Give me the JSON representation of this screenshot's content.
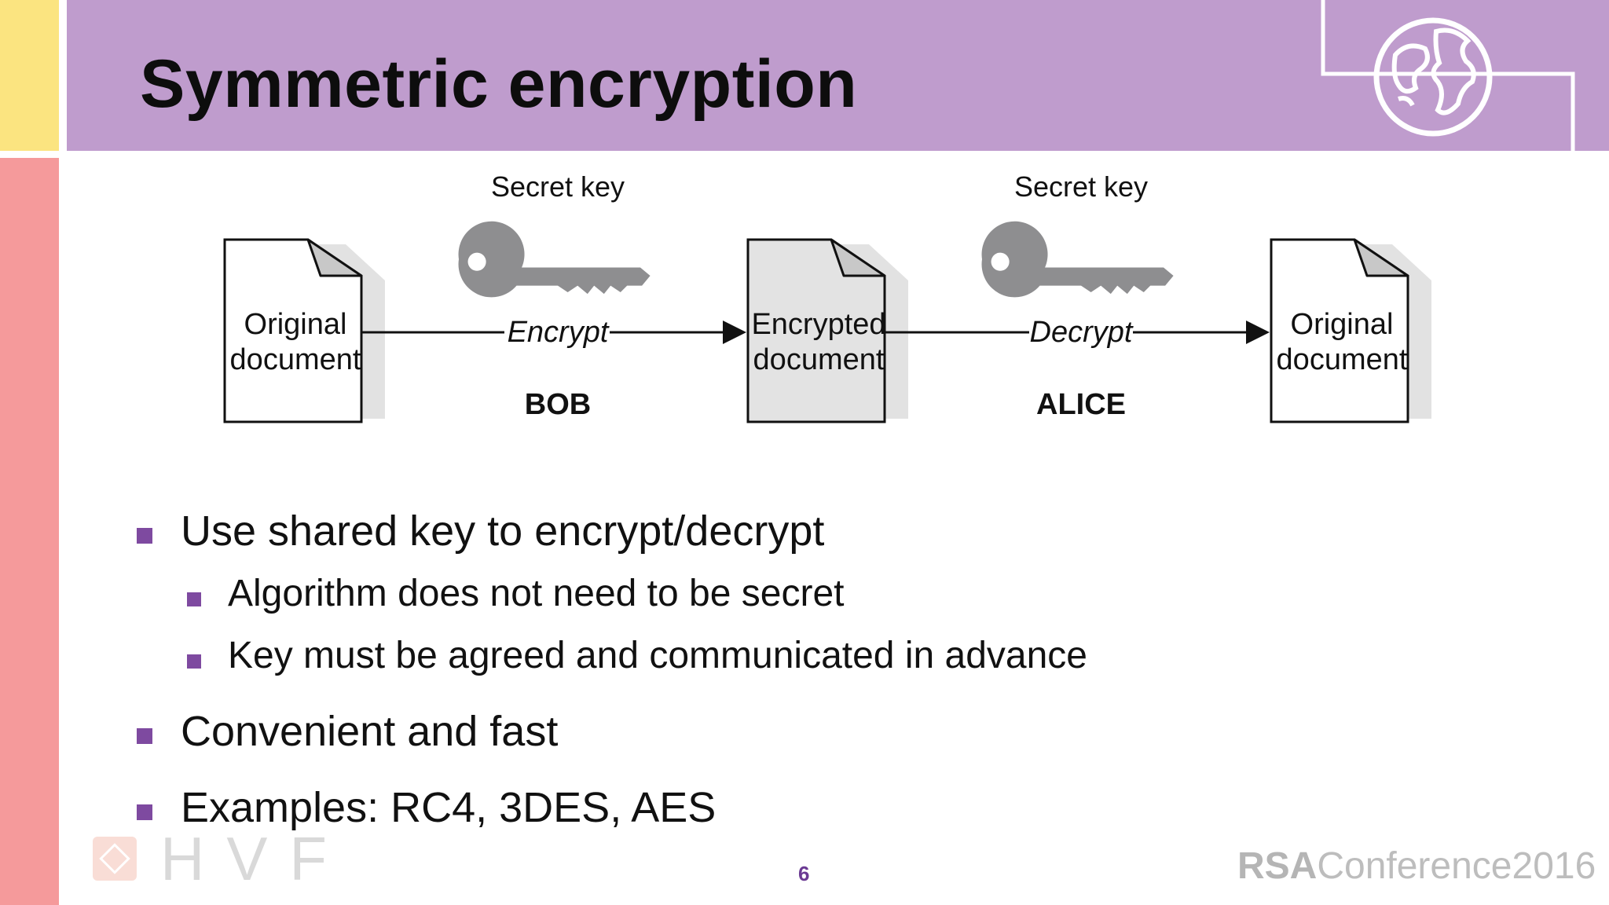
{
  "slide": {
    "title": "Symmetric encryption",
    "page_number": "6"
  },
  "diagram": {
    "bob": {
      "key_label": "Secret key",
      "action": "Encrypt",
      "name": "BOB"
    },
    "alice": {
      "key_label": "Secret key",
      "action": "Decrypt",
      "name": "ALICE"
    },
    "documents": [
      {
        "line1": "Original",
        "line2": "document"
      },
      {
        "line1": "Encrypted",
        "line2": "document"
      },
      {
        "line1": "Original",
        "line2": "document"
      }
    ]
  },
  "bullets": [
    {
      "text": "Use shared key to encrypt/decrypt"
    },
    {
      "text": "Algorithm does not need to be secret"
    },
    {
      "text": "Key must be agreed and communicated in advance"
    },
    {
      "text": "Convenient and fast"
    },
    {
      "text": "Examples: RC4, 3DES, AES"
    }
  ],
  "footer": {
    "hvf": "HVF",
    "rsa_bold": "RSA",
    "rsa_rest": "Conference2016"
  },
  "colors": {
    "header": "#bf9ccd",
    "accent_yellow": "#fbe480",
    "accent_pink": "#f59a9b",
    "bullet": "#7e4aa0",
    "key_grey": "#8e8e90"
  },
  "icons": [
    "globe-icon",
    "key-icon",
    "document-icon",
    "arrow-icon",
    "hvf-logo-icon"
  ]
}
